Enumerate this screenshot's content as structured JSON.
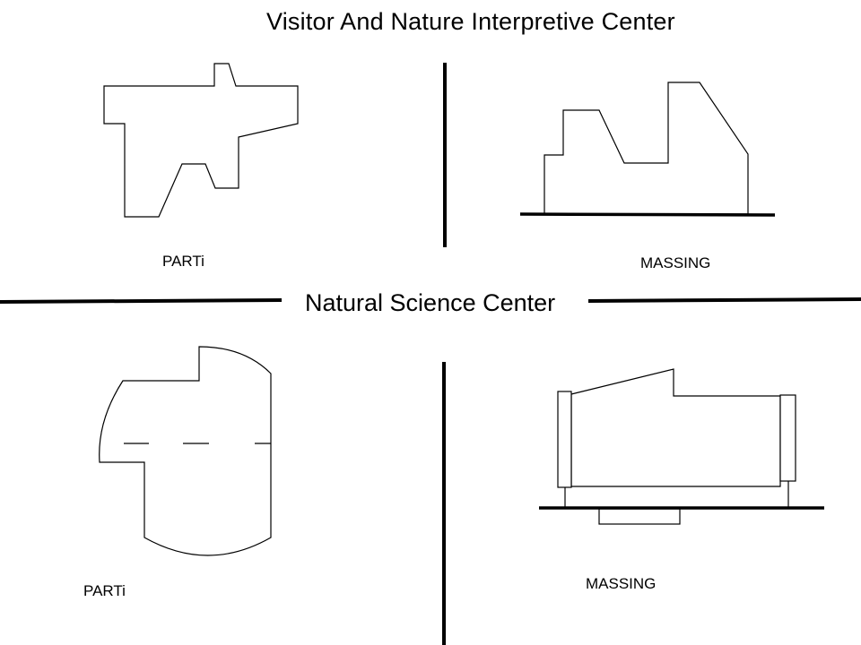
{
  "diagram": {
    "title_top": "Visitor And Nature Interpretive Center",
    "title_middle": "Natural Science Center",
    "panels": {
      "top_left_label": "PARTi",
      "top_right_label": "MASSING",
      "bottom_left_label": "PARTi",
      "bottom_right_label": "MASSING"
    },
    "stroke_color": "#000000",
    "background_color": "#ffffff"
  }
}
